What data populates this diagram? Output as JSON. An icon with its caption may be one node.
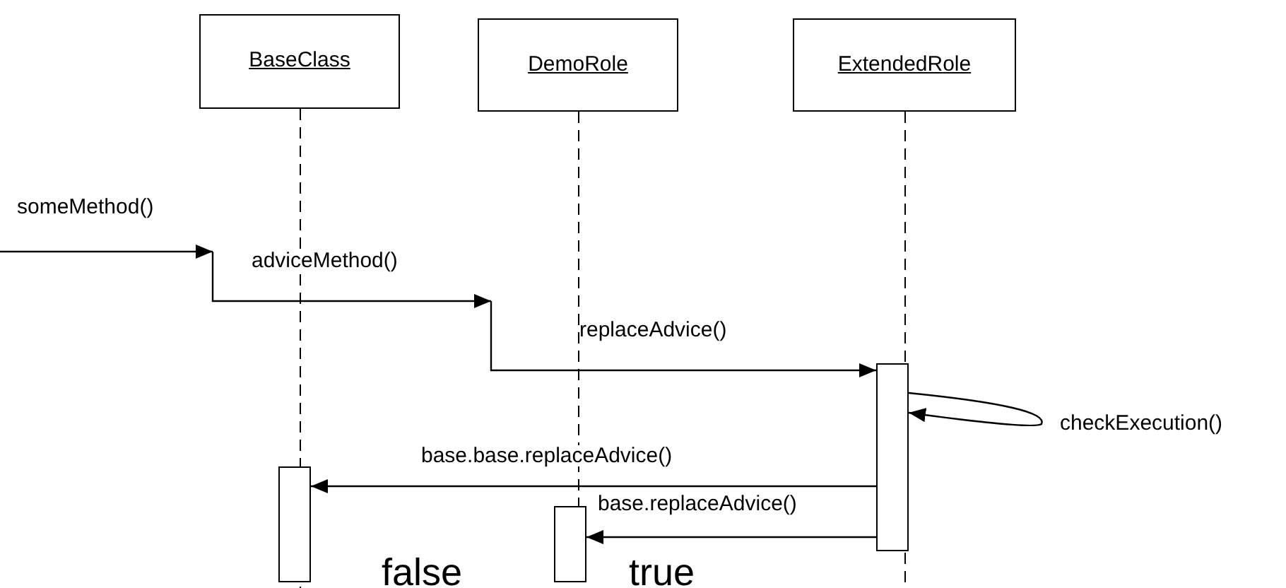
{
  "diagram": {
    "nodes": [
      {
        "text": [
          "BaseClass"
        ]
      },
      {
        "text": [
          "DemoRole"
        ]
      },
      {
        "text": [
          "ExtendedRole"
        ]
      },
      {
        "text": [],
        "shape": "bar",
        "in": 2
      },
      {
        "text": [],
        "shape": "bar",
        "in": 0
      },
      {
        "text": [],
        "shape": "bar",
        "in": 1
      }
    ],
    "edges": [
      {
        "from": null,
        "to": 0,
        "arrow": "to",
        "label": "someMethod()"
      },
      {
        "from": 0,
        "to": 1,
        "arrow": "to",
        "label": "adviceMethod()"
      },
      {
        "from": 1,
        "to": 3,
        "arrow": "to",
        "label": "replaceAdvice()"
      },
      {
        "from": 3,
        "to": 3,
        "arrow": "to",
        "label": "checkExecution()"
      },
      {
        "from": 3,
        "to": 4,
        "arrow": "to",
        "label": "base.base.replaceAdvice()"
      },
      {
        "from": 3,
        "to": 5,
        "arrow": "to",
        "label": "base.replaceAdvice()"
      }
    ],
    "labels": [
      "false",
      "true"
    ]
  }
}
